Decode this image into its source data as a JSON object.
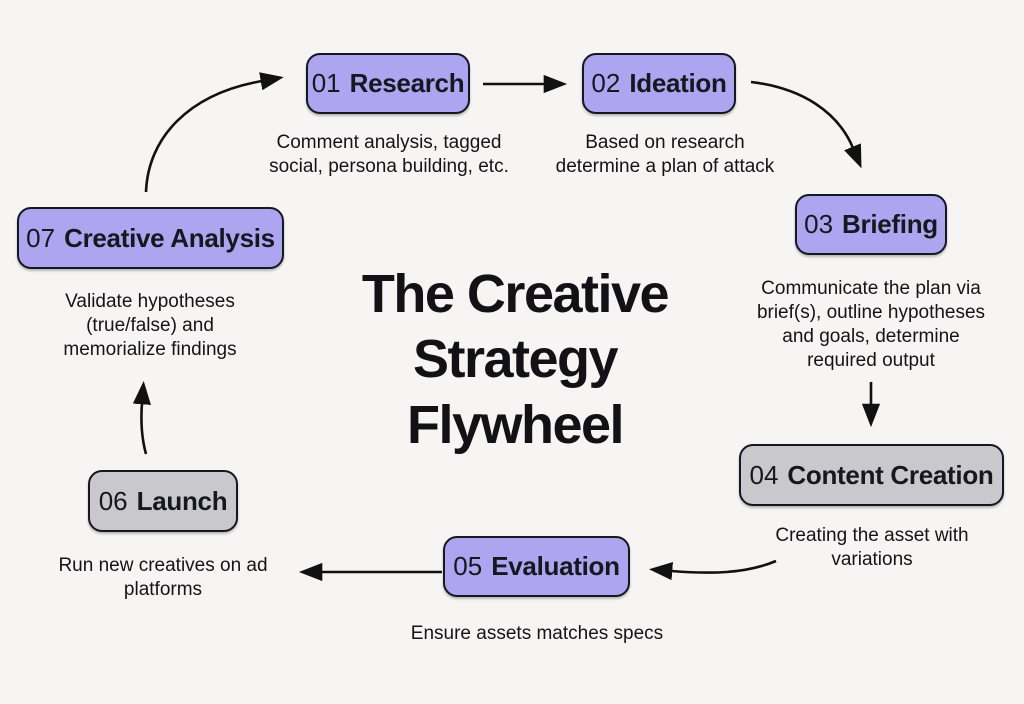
{
  "title": "The Creative\nStrategy\nFlywheel",
  "steps": [
    {
      "number": "01",
      "label": "Research",
      "description": "Comment analysis, tagged\nsocial, persona building, etc."
    },
    {
      "number": "02",
      "label": "Ideation",
      "description": "Based on research\ndetermine a plan of attack"
    },
    {
      "number": "03",
      "label": "Briefing",
      "description": "Communicate the plan via\nbrief(s), outline hypotheses\nand goals, determine\nrequired output"
    },
    {
      "number": "04",
      "label": "Content Creation",
      "description": "Creating the asset with\nvariations"
    },
    {
      "number": "05",
      "label": "Evaluation",
      "description": "Ensure assets matches specs"
    },
    {
      "number": "06",
      "label": "Launch",
      "description": "Run new creatives on ad\nplatforms"
    },
    {
      "number": "07",
      "label": "Creative Analysis",
      "description": "Validate hypotheses\n(true/false) and\nmemorialize findings"
    }
  ],
  "colors": {
    "background": "#f6f5f3",
    "step_purple": "#ada5f0",
    "step_gray": "#c9c9cd",
    "border": "#17171f",
    "text": "#141418",
    "arrow": "#111111"
  }
}
